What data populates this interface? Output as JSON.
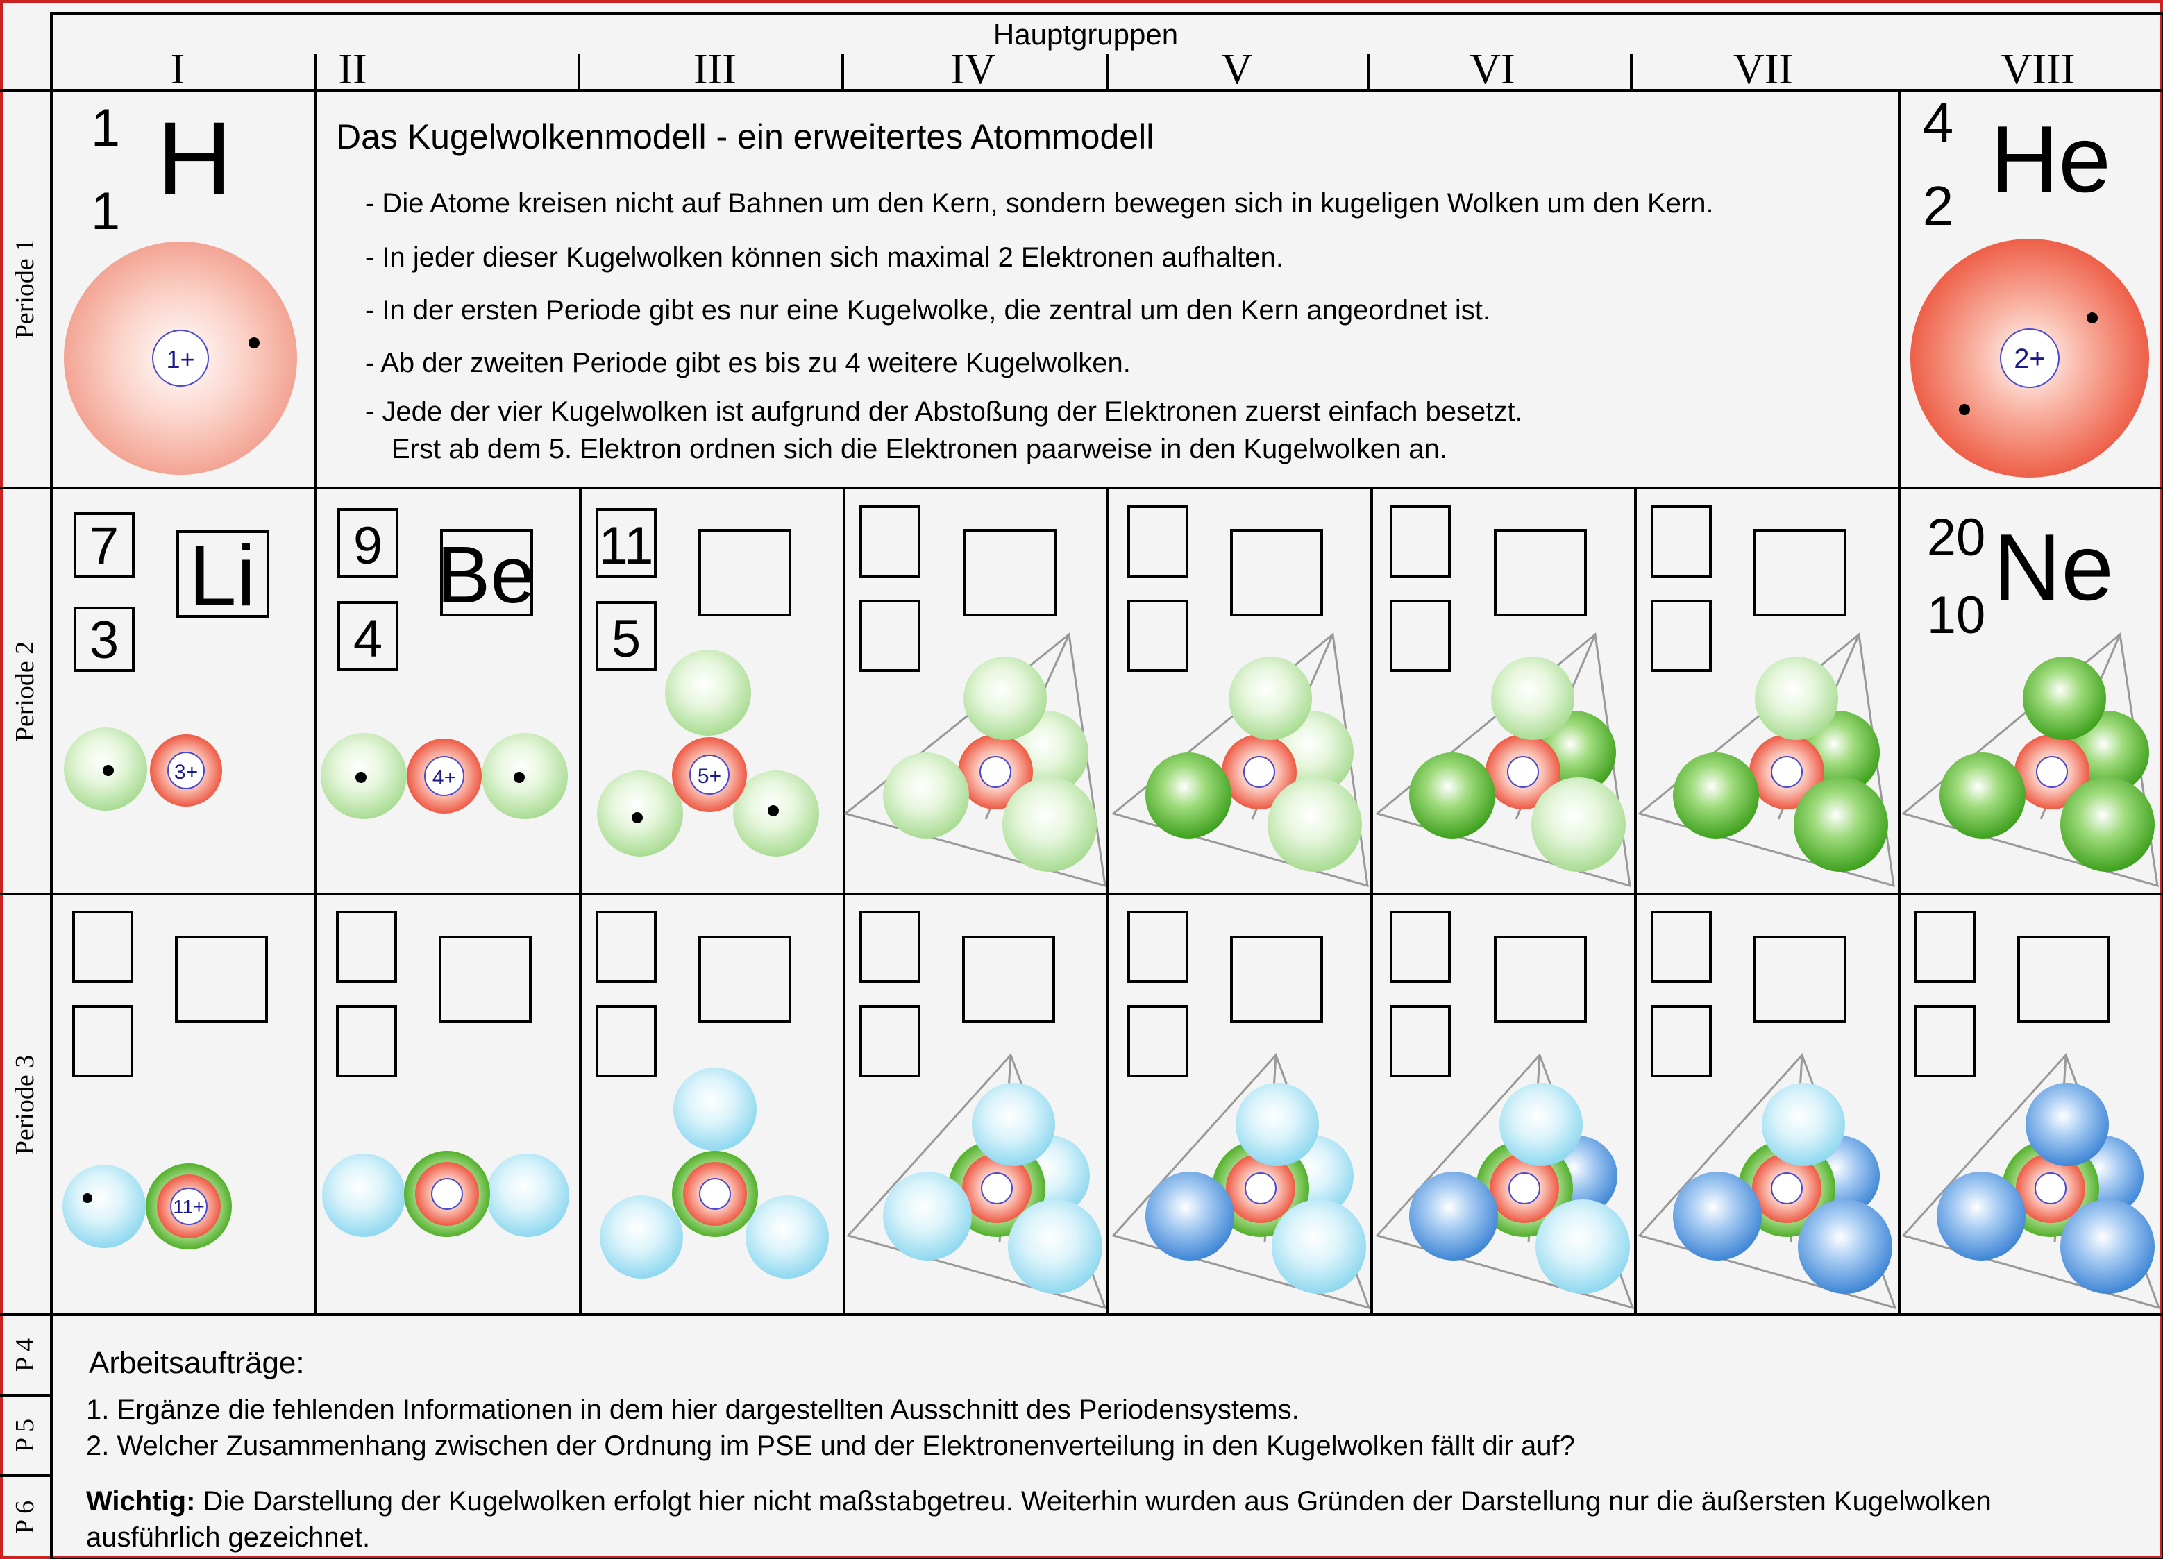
{
  "header": {
    "title": "Hauptgruppen",
    "groups": [
      "I",
      "II",
      "III",
      "IV",
      "V",
      "VI",
      "VII",
      "VIII"
    ]
  },
  "periods": {
    "p1": "Periode 1",
    "p2": "Periode 2",
    "p3": "Periode 3",
    "p4": "P 4",
    "p5": "P 5",
    "p6": "P 6"
  },
  "hydrogen": {
    "mass": "1",
    "number": "1",
    "symbol": "H",
    "charge": "1+"
  },
  "helium": {
    "mass": "4",
    "number": "2",
    "symbol": "He",
    "charge": "2+"
  },
  "intro": {
    "title": "Das Kugelwolkenmodell - ein erweitertes Atommodell",
    "points": [
      "- Die Atome kreisen nicht auf Bahnen um den Kern, sondern bewegen sich in kugeligen Wolken um den Kern.",
      "- In jeder dieser Kugelwolken können sich maximal 2 Elektronen aufhalten.",
      "- In der ersten Periode gibt es nur eine Kugelwolke, die zentral um den Kern angeordnet ist.",
      "- Ab der zweiten Periode gibt es bis zu 4 weitere Kugelwolken.",
      "- Jede der vier Kugelwolken ist aufgrund der Abstoßung der Elektronen zuerst einfach besetzt.",
      "Erst ab dem 5. Elektron ordnen sich die Elektronen paarweise in den Kugelwolken an."
    ]
  },
  "period2": {
    "lithium": {
      "mass": "7",
      "number": "3",
      "symbol": "Li",
      "charge": "3+"
    },
    "beryllium": {
      "mass": "9",
      "number": "4",
      "symbol": "Be",
      "charge": "4+"
    },
    "boron": {
      "mass": "11",
      "number": "5",
      "symbol": "",
      "charge": "5+"
    },
    "neon": {
      "mass": "20",
      "number": "10",
      "symbol": "Ne"
    }
  },
  "period3": {
    "sodium": {
      "charge": "11+"
    }
  },
  "tasks": {
    "heading": "Arbeitsaufträge:",
    "items": [
      "1. Ergänze die fehlenden Informationen in dem hier dargestellten Ausschnitt des Periodensystems.",
      "2. Welcher Zusammenhang zwischen der Ordnung im PSE und der Elektronenverteilung in den Kugelwolken fällt dir auf?"
    ],
    "note_label": "Wichtig:",
    "note_text": " Die Darstellung der Kugelwolken erfolgt hier nicht maßstabgetreu. Weiterhin wurden aus Gründen der Darstellung nur die äußersten Kugelwolken",
    "note_text2": "ausführlich gezeichnet."
  },
  "colors": {
    "frame": "#000000",
    "outer_border": "#cc2222",
    "background": "#f4f4f4",
    "cloud_red": "#f06050",
    "cloud_green": "#5cb830",
    "cloud_blue": "#4a8fd8",
    "cloud_cyan": "#7fd3ec"
  }
}
